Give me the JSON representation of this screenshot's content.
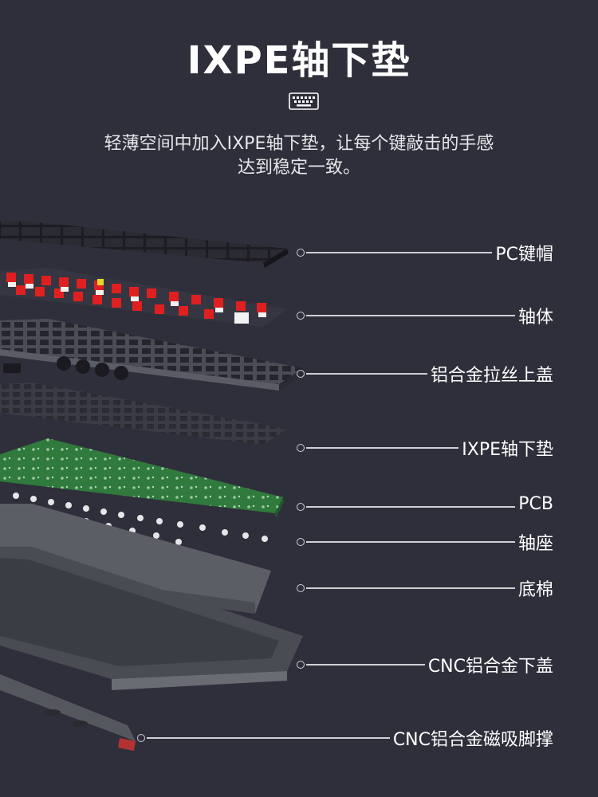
{
  "title": "IXPE轴下垫",
  "icon": "keyboard-icon",
  "subtitle": {
    "line1": "轻薄空间中加入IXPE轴下垫，让每个键敲击的手感",
    "line2": "达到稳定一致。"
  },
  "layers": [
    {
      "label": "PC键帽"
    },
    {
      "label": "轴体"
    },
    {
      "label": "铝合金拉丝上盖"
    },
    {
      "label": "IXPE轴下垫"
    },
    {
      "label": "PCB"
    },
    {
      "label": "轴座"
    },
    {
      "label": "底棉"
    },
    {
      "label": "CNC铝合金下盖"
    },
    {
      "label": "CNC铝合金磁吸脚撑"
    }
  ],
  "colors": {
    "background": "#2e2f3a",
    "switch_red": "#e02020",
    "pcb_green": "#2f7a3c",
    "line": "#cfcfd6"
  }
}
